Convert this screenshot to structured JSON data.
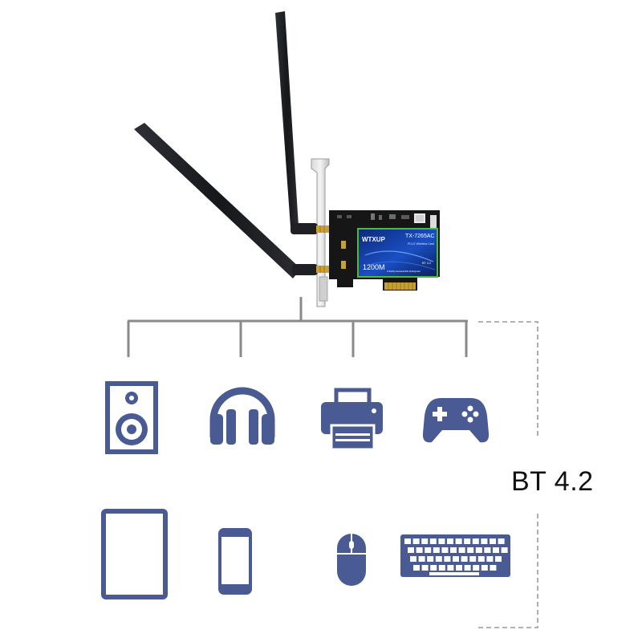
{
  "product": {
    "brand": "WTXUP",
    "model": "TX-7265AC",
    "subtitle": "PCI-E Wireless Card",
    "speed": "1200M",
    "bt_badge": "BT 4.2",
    "band_text": "2.4G/5G dual band 802.11a/b/g/n/ac"
  },
  "bluetooth": {
    "label": "BT 4.2"
  },
  "devices": {
    "row1": [
      {
        "icon": "speaker-icon"
      },
      {
        "icon": "headphones-icon"
      },
      {
        "icon": "printer-icon"
      },
      {
        "icon": "gamepad-icon"
      }
    ],
    "row2": [
      {
        "icon": "tablet-icon"
      },
      {
        "icon": "smartphone-icon"
      },
      {
        "icon": "mouse-icon"
      },
      {
        "icon": "keyboard-icon"
      }
    ]
  },
  "colors": {
    "icon_blue": "#4a5a93",
    "connector_gray": "#8a8a8a",
    "pcb_black": "#161616",
    "label_blue": "#1a3f9e",
    "label_green": "#4cb848",
    "antenna": "#1e2024",
    "gold": "#c9a033"
  }
}
